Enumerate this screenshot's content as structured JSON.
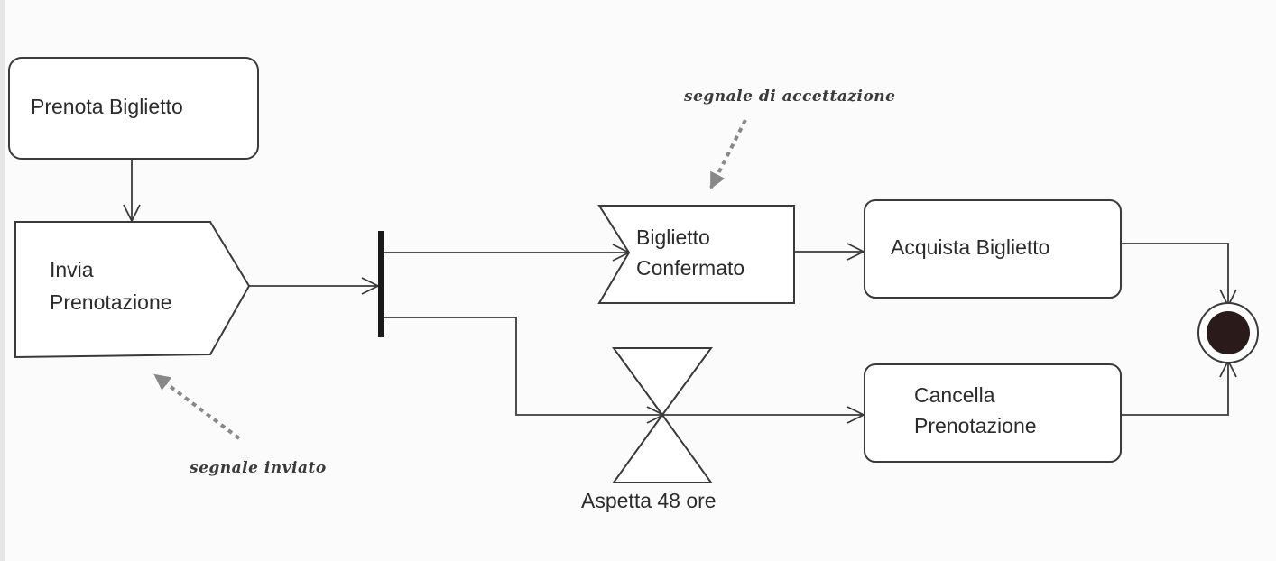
{
  "nodes": {
    "prenota_biglietto": "Prenota  Biglietto",
    "invia_prenotazione": [
      "Invia",
      "Prenotazione"
    ],
    "biglietto_confermato": [
      "Biglietto",
      "Confermato"
    ],
    "acquista_biglietto": "Acquista Biglietto",
    "cancella_prenotazione": [
      "Cancella",
      "Prenotazione"
    ],
    "aspetta": "Aspetta 48 ore"
  },
  "notes": {
    "accettazione": "segnale di accettazione",
    "inviato": "segnale inviato"
  }
}
